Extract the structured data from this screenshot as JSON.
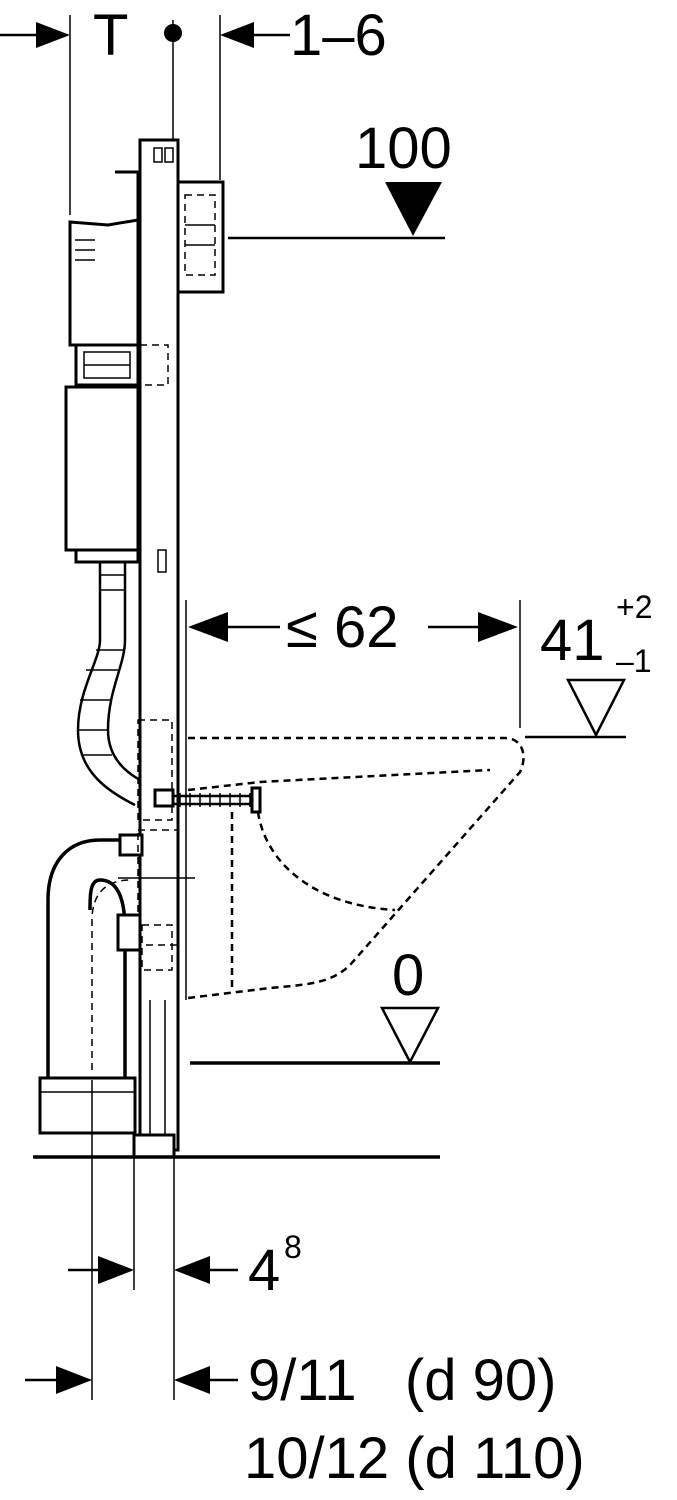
{
  "dimensions": {
    "top_left": "T",
    "top_right": "1–6",
    "level_upper": "100",
    "seat_depth": "≤ 62",
    "seat_height_base": "41",
    "seat_height_tol_plus": "+2",
    "seat_height_tol_minus": "–1",
    "level_floor": "0",
    "frame_offset_base": "4",
    "frame_offset_sup": "8",
    "drain_line1": "9/11   (d 90)",
    "drain_line2": "10/12 (d 110)"
  },
  "colors": {
    "line": "#000000",
    "background": "#ffffff"
  }
}
